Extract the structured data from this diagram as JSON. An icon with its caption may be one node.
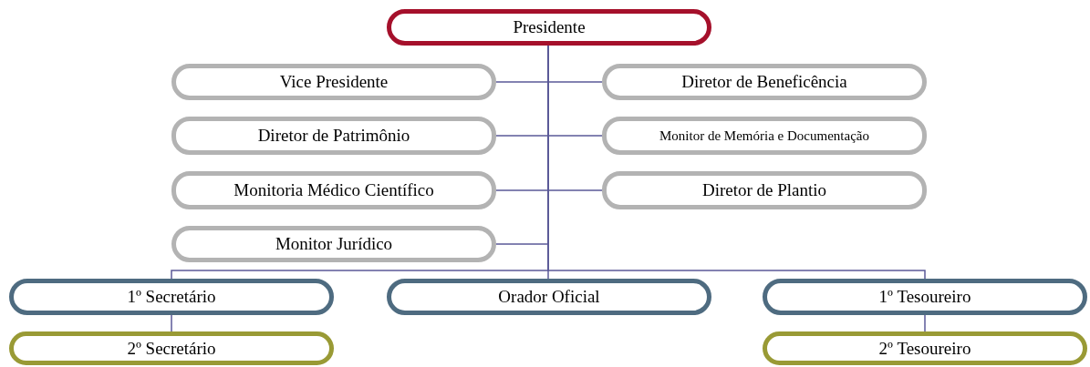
{
  "diagram": {
    "nodes": [
      {
        "text": [
          "Presidente"
        ]
      },
      {
        "text": [
          "Vice Presidente"
        ]
      },
      {
        "text": [
          "Diretor de Beneficência"
        ]
      },
      {
        "text": [
          "Diretor de Patrimônio"
        ]
      },
      {
        "text": [
          "Monitor de Memória e Documentação"
        ]
      },
      {
        "text": [
          "Monitoria Médico Científico"
        ]
      },
      {
        "text": [
          "Diretor de Plantio"
        ]
      },
      {
        "text": [
          "Monitor Jurídico"
        ]
      },
      {
        "text": [
          "1º Secretário"
        ]
      },
      {
        "text": [
          "Orador Oficial"
        ]
      },
      {
        "text": [
          "1º Tesoureiro"
        ]
      },
      {
        "text": [
          "2º Secretário"
        ]
      },
      {
        "text": [
          "2º Tesoureiro"
        ]
      }
    ],
    "edges": [
      {
        "from": 0,
        "to": 1,
        "arrow": "none"
      },
      {
        "from": 0,
        "to": 2,
        "arrow": "none"
      },
      {
        "from": 0,
        "to": 3,
        "arrow": "none"
      },
      {
        "from": 0,
        "to": 4,
        "arrow": "none"
      },
      {
        "from": 0,
        "to": 5,
        "arrow": "none"
      },
      {
        "from": 0,
        "to": 6,
        "arrow": "none"
      },
      {
        "from": 0,
        "to": 7,
        "arrow": "none"
      },
      {
        "from": 0,
        "to": 8,
        "arrow": "none"
      },
      {
        "from": 0,
        "to": 9,
        "arrow": "none"
      },
      {
        "from": 0,
        "to": 10,
        "arrow": "none"
      },
      {
        "from": 8,
        "to": 11,
        "arrow": "none"
      },
      {
        "from": 10,
        "to": 12,
        "arrow": "none"
      }
    ]
  }
}
